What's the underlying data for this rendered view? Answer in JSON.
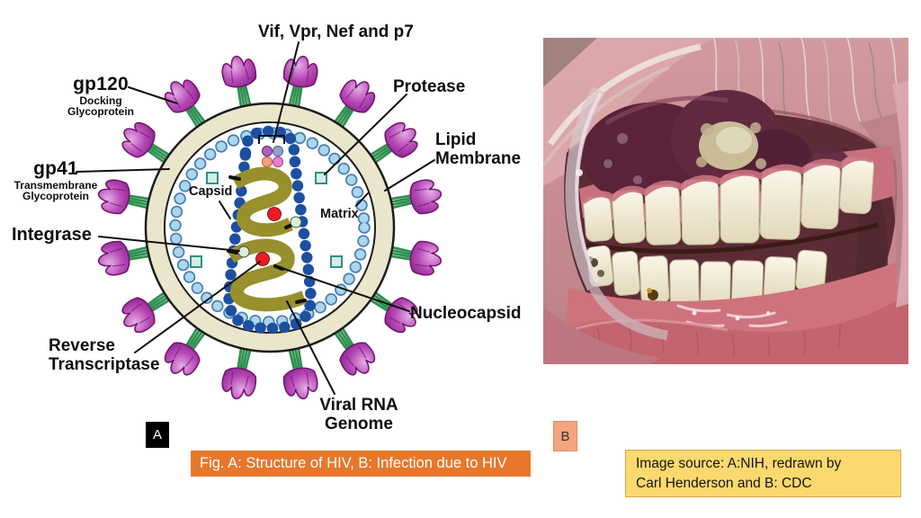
{
  "figure": {
    "panel_a_label": "A",
    "panel_b_label": "B",
    "caption": "Fig. A: Structure of HIV, B: Infection due to HIV",
    "source_line1": "Image source: A:NIH, redrawn by",
    "source_line2": "Carl Henderson and  B: CDC"
  },
  "diagram_labels": {
    "vif": "Vif, Vpr, Nef and p7",
    "protease": "Protease",
    "gp120": "gp120",
    "gp120_sub1": "Docking",
    "gp120_sub2": "Glycoprotein",
    "gp41": "gp41",
    "gp41_sub1": "Transmembrane",
    "gp41_sub2": "Glycoprotein",
    "lipid1": "Lipid",
    "lipid2": "Membrane",
    "integrase": "Integrase",
    "capsid": "Capsid",
    "matrix": "Matrix",
    "nucleocapsid": "Nucleocapsid",
    "reverse1": "Reverse",
    "reverse2": "Transcriptase",
    "rna1": "Viral RNA",
    "rna2": "Genome"
  },
  "colors": {
    "orange": "#E8772B",
    "salmon": "#F4A47F",
    "salmon_border": "#DE8F68",
    "gold": "#FBD96E",
    "gold_border": "#D9A840",
    "green": "#2E9150",
    "green_dark": "#1C6B38",
    "cream": "#EAE6CC",
    "light_blue": "#ABD7EE",
    "bead_edge": "#4A7FB5",
    "dark_blue": "#1D4FA1",
    "olive": "#97902C",
    "red": "#EB1C24",
    "pale_green": "#D9F2D9",
    "teal_fill": "#D4EDE4",
    "teal_edge": "#2F9183",
    "purple_light": "#E5AEE5",
    "purple_mid": "#B84CB8",
    "purple_deep": "#8E2490",
    "purple_dark": "#73176F"
  }
}
